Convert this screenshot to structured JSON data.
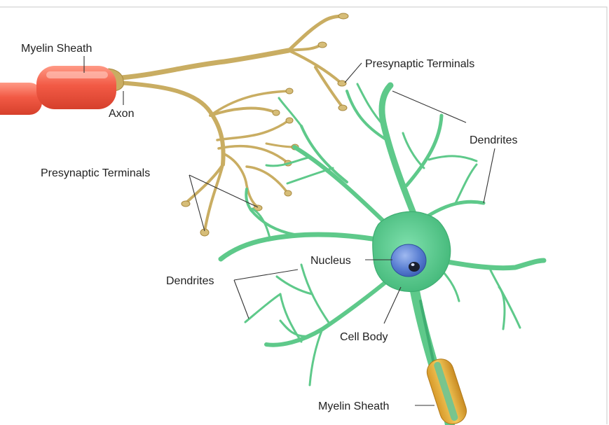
{
  "diagram": {
    "labels": {
      "myelin_top": "Myelin Sheath",
      "axon": "Axon",
      "presyn_right": "Presynaptic Terminals",
      "dendrites_right": "Dendrites",
      "presyn_left": "Presynaptic Terminals",
      "nucleus": "Nucleus",
      "dendrites_left": "Dendrites",
      "cell_body": "Cell Body",
      "myelin_bottom": "Myelin Sheath"
    },
    "colors": {
      "axon_gold": "#c9ad62",
      "dendrite_green": "#5ec98a",
      "cell_body_green": "#5fcf95",
      "nucleus_blue": "#5f86d6",
      "myelin_red": "#f2664f",
      "myelin_gold": "#e6b64a"
    }
  }
}
